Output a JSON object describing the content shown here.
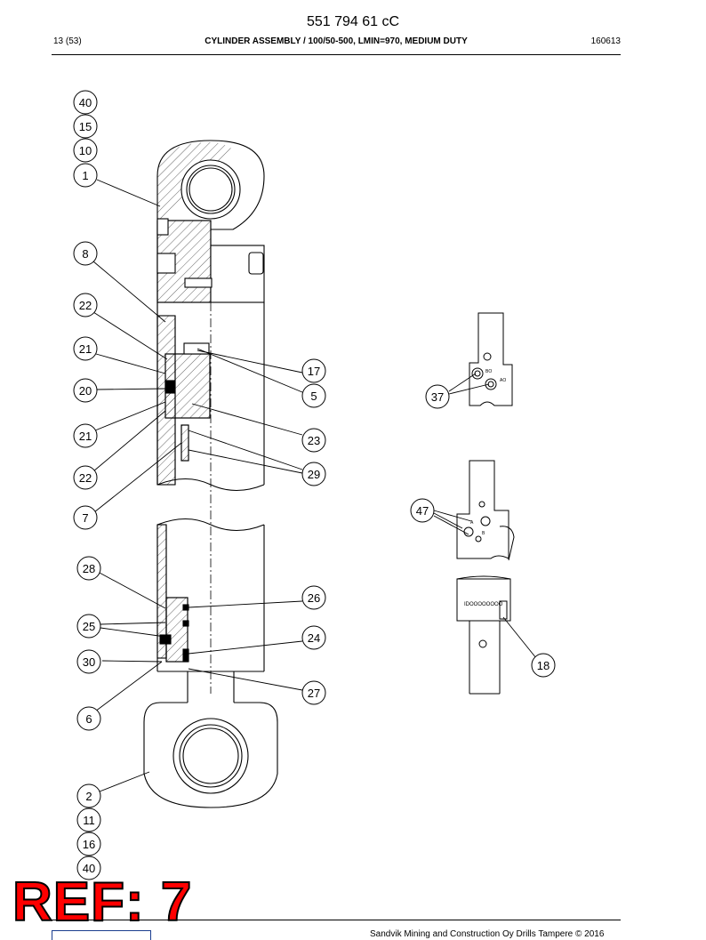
{
  "header": {
    "doc_number": "551 794 61 cC",
    "page": "13 (53)",
    "title": "CYLINDER ASSEMBLY / 100/50-500, LMIN=970, MEDIUM DUTY",
    "date": "160613"
  },
  "balloons": {
    "b40a": "40",
    "b15": "15",
    "b10": "10",
    "b1": "1",
    "b8": "8",
    "b22a": "22",
    "b21a": "21",
    "b20": "20",
    "b21b": "21",
    "b22b": "22",
    "b7": "7",
    "b17": "17",
    "b5": "5",
    "b23": "23",
    "b29": "29",
    "b28": "28",
    "b25": "25",
    "b30": "30",
    "b6": "6",
    "b26": "26",
    "b24": "24",
    "b27": "27",
    "b2": "2",
    "b11": "11",
    "b16": "16",
    "b40b": "40",
    "b37": "37",
    "b47": "47",
    "b18": "18"
  },
  "detail_labels": {
    "port_bo": "BO",
    "port_ao": "AO",
    "port_a": "A",
    "port_b": "B",
    "rod_marking": "IDOOOOOOOO"
  },
  "stamp": {
    "text": "REF: 7"
  },
  "footer": {
    "copyright": "Sandvik Mining and Construction Oy Drills Tampere © 2016"
  }
}
